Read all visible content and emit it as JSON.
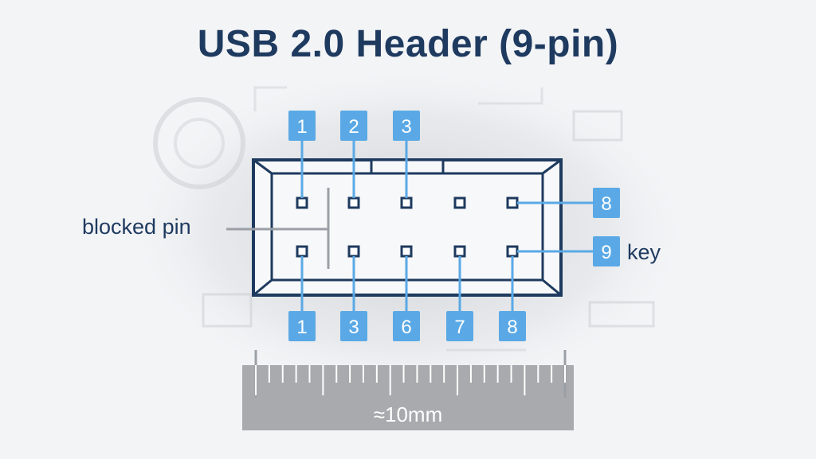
{
  "title": "USB 2.0 Header (9-pin)",
  "labels": {
    "blocked_pin": "blocked pin",
    "key": "key"
  },
  "pin_labels_top": [
    "1",
    "2",
    "3"
  ],
  "pin_labels_right": [
    "8",
    "9"
  ],
  "pin_labels_bottom": [
    "1",
    "3",
    "6",
    "7",
    "8"
  ],
  "ruler": {
    "measurement": "≈10mm"
  },
  "colors": {
    "title": "#1e3a5f",
    "badge": "#5aa9e6",
    "outline": "#1e3a5f",
    "ruler_body": "#a8aaad"
  }
}
